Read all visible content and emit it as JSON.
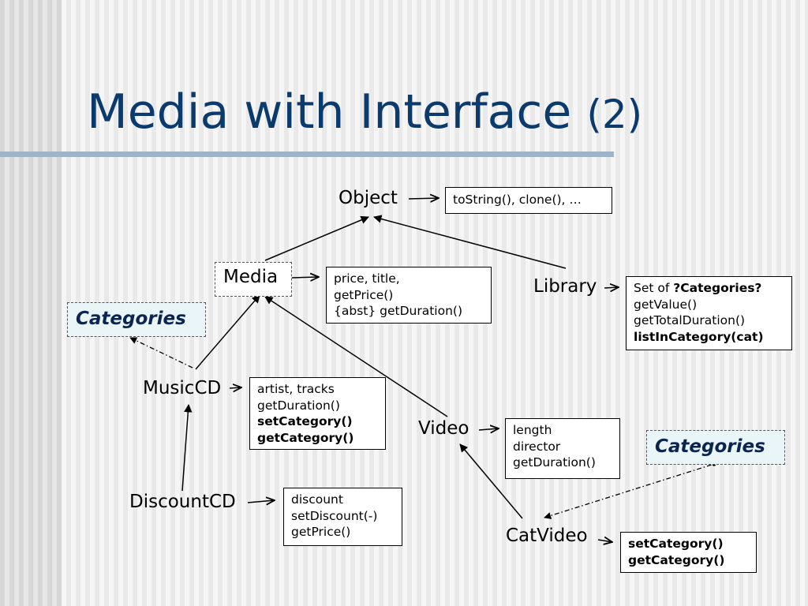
{
  "title": {
    "main": "Media with Interface",
    "sub": "(2)"
  },
  "nodes": {
    "object": "Object",
    "media": "Media",
    "library": "Library",
    "musiccd": "MusicCD",
    "video": "Video",
    "discountcd": "DiscountCD",
    "catvideo": "CatVideo",
    "categories_left": "Categories",
    "categories_right": "Categories"
  },
  "members": {
    "object": [
      "toString(), clone(), …"
    ],
    "media": [
      "price, title,",
      "getPrice()",
      "{abst} getDuration()"
    ],
    "library": {
      "prefix": "Set of ",
      "bold_suffix": "?Categories?",
      "lines": [
        "getValue()",
        "getTotalDuration()"
      ],
      "bold_line": "listInCategory(cat)"
    },
    "musiccd": {
      "lines": [
        "artist, tracks",
        "getDuration()"
      ],
      "bold_lines": [
        "setCategory()",
        "getCategory()"
      ]
    },
    "video": [
      "length",
      "director",
      "getDuration()"
    ],
    "discountcd": [
      "discount",
      "setDiscount(-)",
      "getPrice()"
    ],
    "catvideo": {
      "bold_lines": [
        "setCategory()",
        "getCategory()"
      ]
    }
  }
}
